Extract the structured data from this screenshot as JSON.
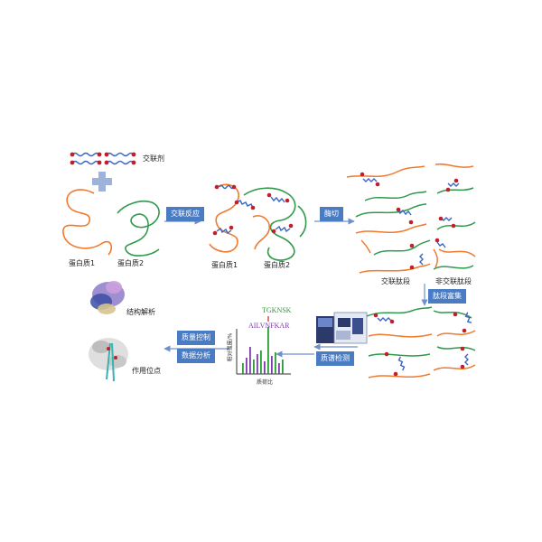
{
  "labels": {
    "crosslinker": "交联剂",
    "protein1": "蛋白质1",
    "protein2": "蛋白质2",
    "protein1_b": "蛋白质1",
    "protein2_b": "蛋白质2",
    "crosslinked_peptide": "交联肽段",
    "non_crosslinked_peptide": "非交联肽段",
    "structure_analysis": "结构解析",
    "binding_site": "作用位点"
  },
  "steps": {
    "crosslink_reaction": "交联反应",
    "digestion": "酶切",
    "peptide_enrichment": "肽段富集",
    "ms_detection": "质谱检测",
    "quality_control": "质量控制",
    "data_analysis": "数据分析"
  },
  "spectrum": {
    "peptide1": "TGKNSK",
    "peptide2": "AILVNFKAR",
    "ylabel": "相对强度/%",
    "xlabel": "质荷比",
    "peptide1_color": "#2e9a3a",
    "peptide2_color": "#7b3fa6"
  },
  "colors": {
    "arrow_box": "#4a7cc4",
    "orange_chain": "#f07a2e",
    "green_chain": "#2e9a4a",
    "linker_blue": "#3a66c4",
    "linker_end": "#c0202a",
    "plus": "#9db3dc"
  }
}
